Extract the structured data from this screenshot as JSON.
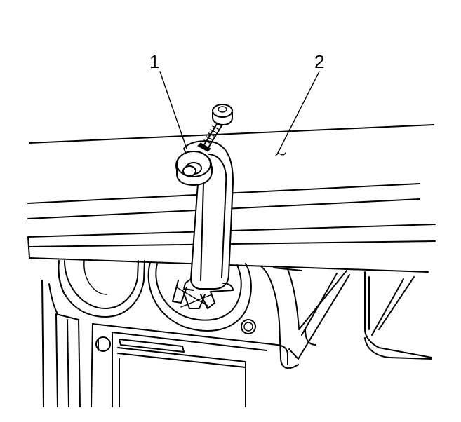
{
  "callouts": [
    {
      "id": "1",
      "label": "1",
      "part": "tool"
    },
    {
      "id": "2",
      "label": "2",
      "part": "panel"
    }
  ],
  "colors": {
    "line": "#000000",
    "background": "#ffffff"
  }
}
